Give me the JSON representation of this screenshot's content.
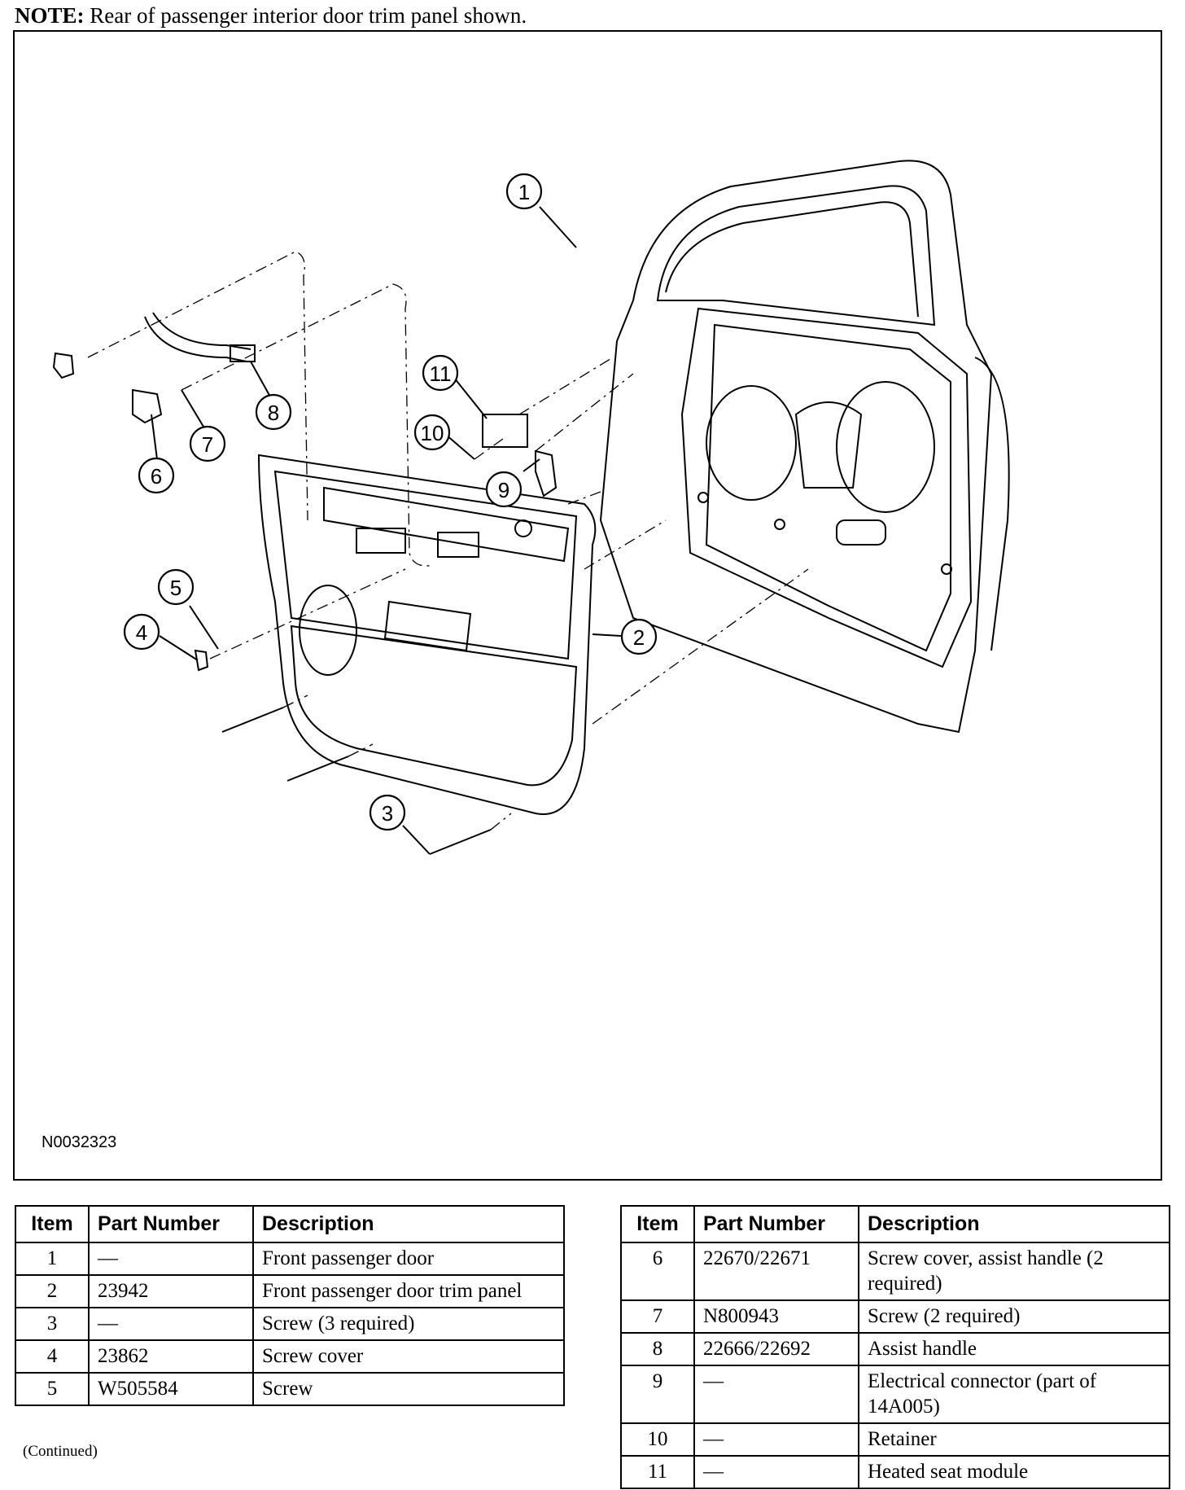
{
  "note": {
    "label": "NOTE:",
    "text": " Rear of passenger interior door trim panel shown."
  },
  "figure": {
    "id": "N0032323",
    "callouts": [
      "1",
      "2",
      "3",
      "4",
      "5",
      "6",
      "7",
      "8",
      "9",
      "10",
      "11"
    ]
  },
  "table_headers": {
    "item": "Item",
    "part_number": "Part Number",
    "description": "Description"
  },
  "left_rows": [
    {
      "item": "1",
      "part": "—",
      "desc": "Front passenger door"
    },
    {
      "item": "2",
      "part": "23942",
      "desc": "Front passenger door trim panel"
    },
    {
      "item": "3",
      "part": "—",
      "desc": "Screw (3 required)"
    },
    {
      "item": "4",
      "part": "23862",
      "desc": "Screw cover"
    },
    {
      "item": "5",
      "part": "W505584",
      "desc": "Screw"
    }
  ],
  "right_rows": [
    {
      "item": "6",
      "part": "22670/22671",
      "desc": "Screw cover, assist handle (2 required)"
    },
    {
      "item": "7",
      "part": "N800943",
      "desc": "Screw (2 required)"
    },
    {
      "item": "8",
      "part": "22666/22692",
      "desc": "Assist handle"
    },
    {
      "item": "9",
      "part": "—",
      "desc": "Electrical connector (part of 14A005)"
    },
    {
      "item": "10",
      "part": "—",
      "desc": "Retainer"
    },
    {
      "item": "11",
      "part": "—",
      "desc": "Heated seat module"
    }
  ],
  "continued": "(Continued)"
}
